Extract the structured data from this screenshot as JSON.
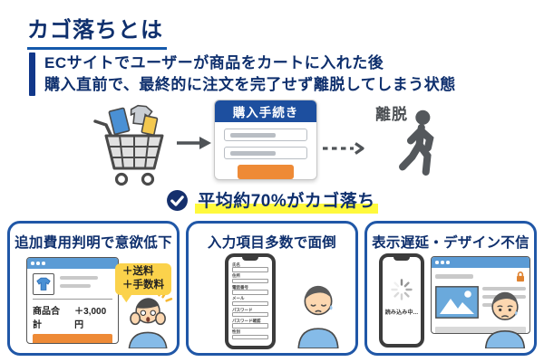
{
  "page": {
    "title": "カゴ落ちとは",
    "description_line1": "ECサイトでユーザーが商品をカートに入れた後",
    "description_line2": "購入直前で、最終的に注文を完了せず離脱してしまう状態"
  },
  "flow": {
    "form_title": "購入手続き",
    "exit_label": "離脱"
  },
  "highlight": {
    "text": "平均約70%がカゴ落ち"
  },
  "cards": [
    {
      "title": "追加費用判明で意欲低下",
      "bubble_line1": "＋送料",
      "bubble_line2": "＋手数料",
      "total_label": "商品合計",
      "total_value": "＋3,000円"
    },
    {
      "title": "入力項目多数で面倒",
      "fields": [
        "氏名",
        "住所",
        "電話番号",
        "メール",
        "パスワード",
        "パスワード確認",
        "性別"
      ]
    },
    {
      "title": "表示遅延・デザイン不信",
      "loading_text": "読み込み中..."
    }
  ],
  "colors": {
    "navy_text": "#0e2f6d",
    "title_underline": "#1559ab",
    "form_header_blue": "#1d4f9f",
    "accent_orange": "#ee8a36",
    "highlight_yellow": "#fff93c",
    "bubble_yellow": "#fbd24b",
    "card_border_blue": "#2057a7",
    "browser_header_blue": "#5b9bd5",
    "figure_gray": "#4f5357"
  }
}
